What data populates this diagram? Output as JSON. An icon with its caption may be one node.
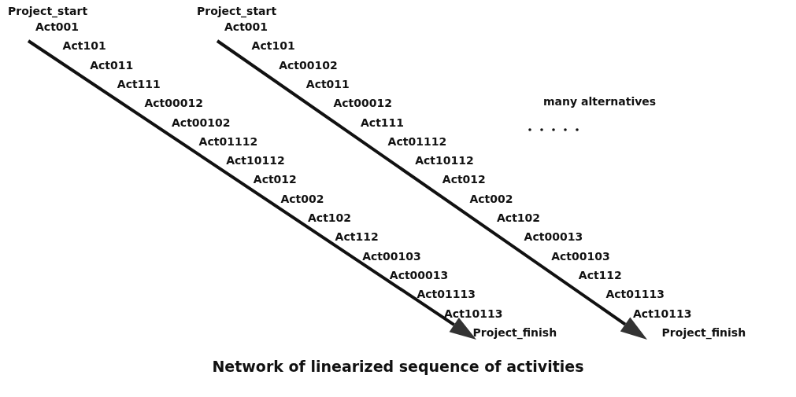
{
  "diagram": {
    "caption": "Network of linearized sequence of activities",
    "labels": [
      "Project_start",
      "Act001",
      "Act101",
      "Act011",
      "Act111",
      "Act00012",
      "Act00102",
      "Act01112",
      "Act10112",
      "Act012",
      "Act002",
      "Act102",
      "Act112",
      "Act00103",
      "Act00013",
      "Act01113",
      "Act10113",
      "Project_finish",
      "Project_start",
      "Act001",
      "Act101",
      "Act00102",
      "Act011",
      "Act00012",
      "Act111",
      "Act01112",
      "Act10112",
      "Act012",
      "Act002",
      "Act102",
      "Act00013",
      "Act00103",
      "Act112",
      "Act01113",
      "Act10113",
      "Project_finish",
      "many alternatives"
    ]
  }
}
